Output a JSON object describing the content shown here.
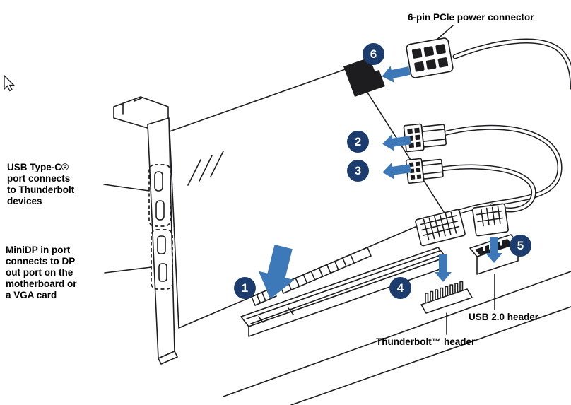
{
  "labels": {
    "power_connector": "6-pin PCIe power connector",
    "usb_typec_port": "USB Type-C® port connects to Thunderbolt devices",
    "minidp_port": "MiniDP in port connects to DP out port on the motherboard or a VGA card",
    "thunderbolt_header": "Thunderbolt™ header",
    "usb2_header": "USB 2.0 header"
  },
  "steps": [
    {
      "number": "1"
    },
    {
      "number": "2"
    },
    {
      "number": "3"
    },
    {
      "number": "4"
    },
    {
      "number": "5"
    },
    {
      "number": "6"
    }
  ],
  "colors": {
    "step_badge": "#1c3c6e",
    "arrow": "#3d79b8",
    "line_art": "#1d1d1f"
  }
}
